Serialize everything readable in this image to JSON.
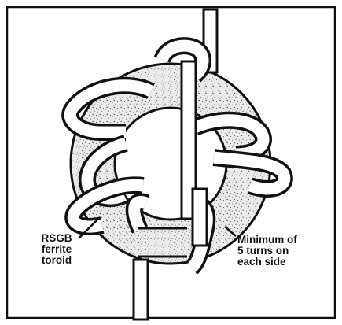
{
  "figure": {
    "toroid_label_lines": [
      "RSGB",
      "ferrite",
      "toroid"
    ],
    "turns_label_lines": [
      "Minimum of",
      "5 turns on",
      "each side"
    ],
    "colors": {
      "line": "#111111",
      "paper": "#ffffff",
      "core_fill": "#e6e6e6",
      "speckle": "#444444"
    }
  }
}
